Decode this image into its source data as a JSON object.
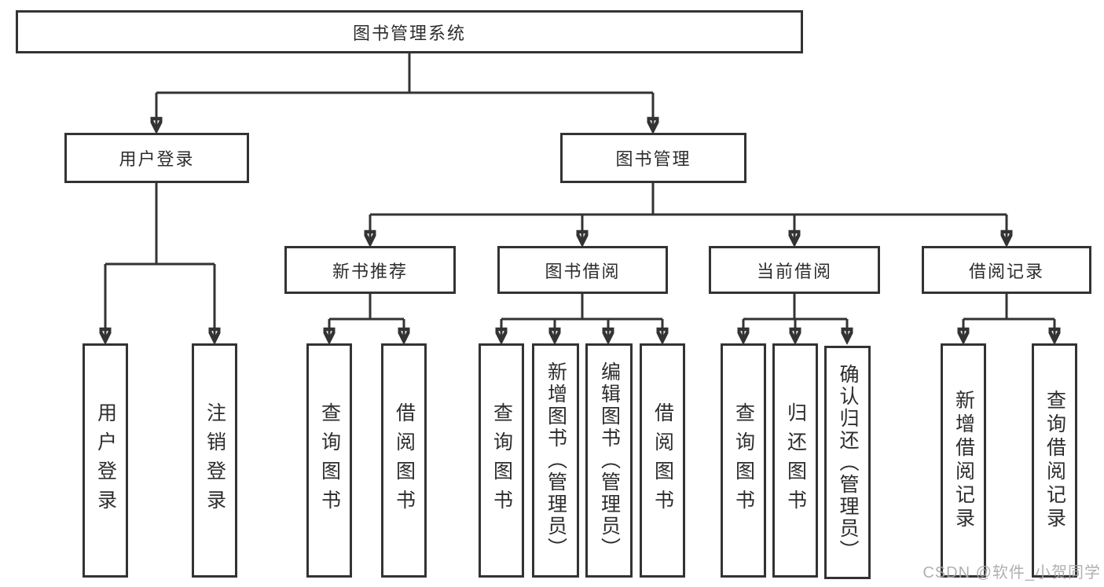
{
  "nodes": {
    "root": "图书管理系统",
    "user_login": "用户登录",
    "book_mgmt": "图书管理",
    "new_book_rec": "新书推荐",
    "book_borrow": "图书借阅",
    "current_borrow": "当前借阅",
    "borrow_record": "借阅记录",
    "leaf_user_login": "用户登录",
    "leaf_logout": "注销登录",
    "leaf_rec_query_book": "查询图书",
    "leaf_rec_borrow_book": "借阅图书",
    "leaf_bb_query_book": "查询图书",
    "leaf_bb_add_book": "新增图书（管理员）",
    "leaf_bb_edit_book": "编辑图书（管理员）",
    "leaf_bb_borrow_book": "借阅图书",
    "leaf_cb_query_book": "查询图书",
    "leaf_cb_return_book": "归还图书",
    "leaf_cb_confirm_return": "确认归还（管理员）",
    "leaf_br_add_record": "新增借阅记录",
    "leaf_br_query_record": "查询借阅记录"
  },
  "watermark": "CSDN @软件_小贺同学",
  "colors": {
    "line": "#333333",
    "border": "#333333",
    "text": "#2d2d2d",
    "watermark": "#a8a8a8",
    "background": "#ffffff"
  }
}
